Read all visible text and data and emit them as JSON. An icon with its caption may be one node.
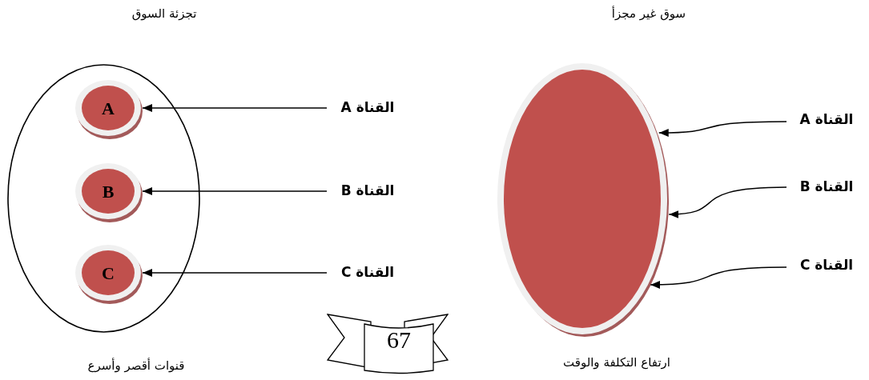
{
  "diagram": {
    "nodes": [
      {
        "text": [],
        "shape": "circle",
        "beside": [
          "تجزئة السوق",
          "قنوات أقصر وأسرع"
        ]
      },
      {
        "text": [
          "A"
        ],
        "in": 0
      },
      {
        "text": [
          "B"
        ],
        "in": 0
      },
      {
        "text": [
          "C"
        ],
        "in": 0
      },
      {
        "text": [
          "القناة A"
        ]
      },
      {
        "text": [
          "القناة B"
        ]
      },
      {
        "text": [
          "القناة C"
        ]
      },
      {
        "text": [],
        "shape": "circle",
        "beside": [
          "سوق غير مجزأ",
          "ارتفاع التكلفة والوقت"
        ]
      },
      {
        "text": [
          "القناة A"
        ]
      },
      {
        "text": [
          "القناة B"
        ]
      },
      {
        "text": [
          "القناة C"
        ]
      }
    ],
    "edges": [
      {
        "from": 4,
        "to": 1,
        "arrow": "to"
      },
      {
        "from": 5,
        "to": 2,
        "arrow": "to"
      },
      {
        "from": 6,
        "to": 3,
        "arrow": "to"
      },
      {
        "from": 8,
        "to": 7,
        "arrow": "to"
      },
      {
        "from": 9,
        "to": 7,
        "arrow": "to"
      },
      {
        "from": 10,
        "to": 7,
        "arrow": "to"
      }
    ],
    "labels": [
      "67"
    ]
  }
}
